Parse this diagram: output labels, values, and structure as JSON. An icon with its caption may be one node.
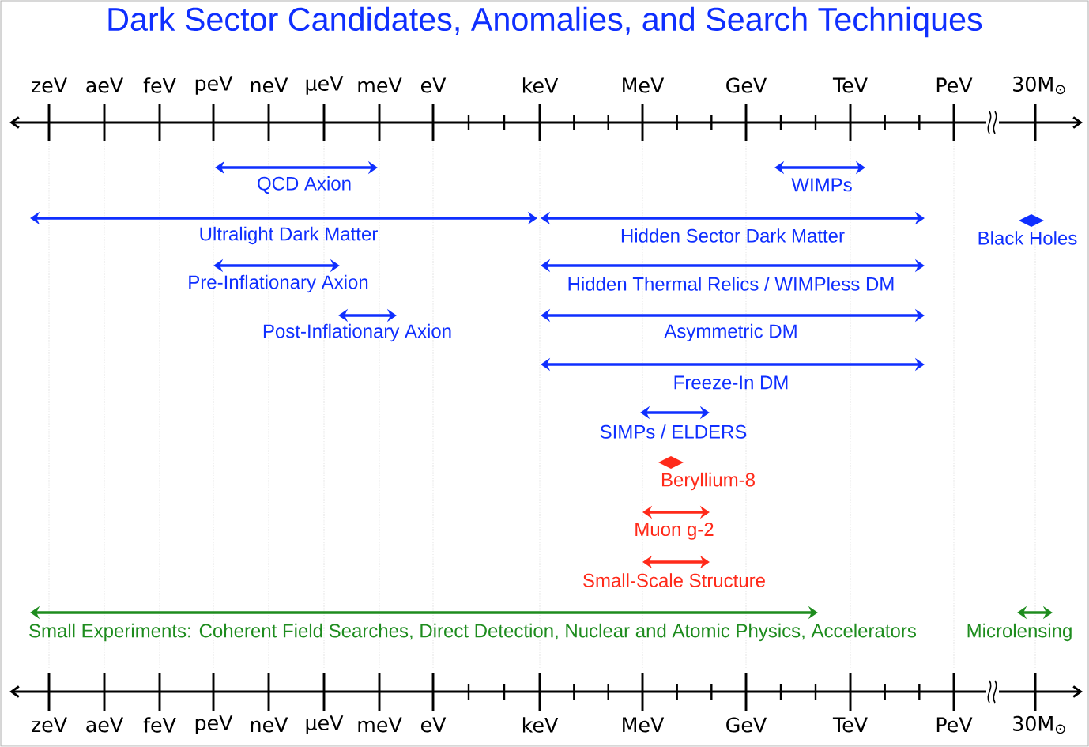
{
  "diagram": {
    "title": "Dark Sector Candidates, Anomalies, and Search Techniques",
    "nodes": [
      {
        "text": [
          "QCD Axion"
        ]
      },
      {
        "text": [
          "WIMPs"
        ]
      },
      {
        "text": [
          "Ultralight Dark Matter"
        ]
      },
      {
        "text": [
          "Hidden Sector Dark Matter"
        ]
      },
      {
        "text": [
          "Black Holes"
        ]
      },
      {
        "text": [
          "Pre-Inflationary Axion"
        ]
      },
      {
        "text": [
          "Hidden Thermal Relics / WIMPless DM"
        ]
      },
      {
        "text": [
          "Post-Inflationary Axion"
        ]
      },
      {
        "text": [
          "Asymmetric DM"
        ]
      },
      {
        "text": [
          "Freeze-In DM"
        ]
      },
      {
        "text": [
          "SIMPs / ELDERS"
        ]
      },
      {
        "text": [
          "Beryllium-8"
        ]
      },
      {
        "text": [
          "Muon g-2"
        ]
      },
      {
        "text": [
          "Small-Scale Structure"
        ]
      },
      {
        "text": [
          "Small Experiments: Coherent Field Searches, Direct Detection, Nuclear and Atomic Physics, Accelerators"
        ]
      },
      {
        "text": [
          "Microlensing"
        ]
      }
    ],
    "labels": [
      "zeV",
      "aeV",
      "feV",
      "peV",
      "neV",
      "μeV",
      "meV",
      "eV",
      "keV",
      "MeV",
      "GeV",
      "TeV",
      "PeV",
      "30M$_{⊙}$",
      "zeV",
      "aeV",
      "feV",
      "peV",
      "neV",
      "μeV",
      "meV",
      "eV",
      "keV",
      "MeV",
      "GeV",
      "TeV",
      "PeV",
      "30M$_{⊙}$"
    ]
  }
}
